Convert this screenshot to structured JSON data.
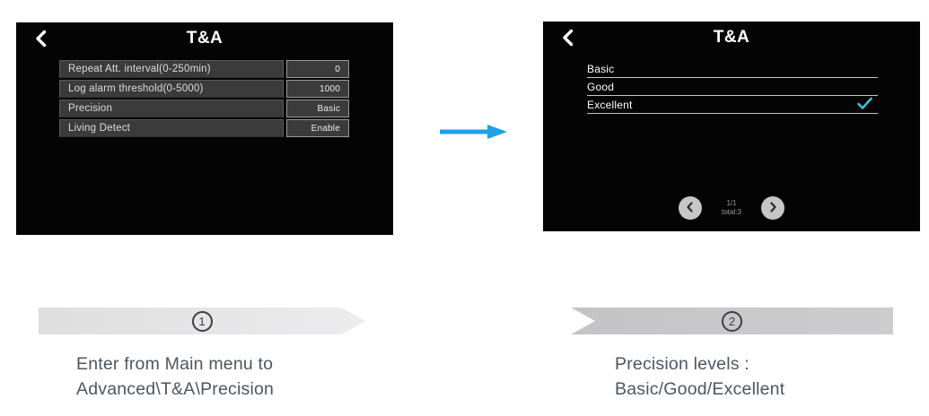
{
  "screen1": {
    "title": "T&A",
    "rows": [
      {
        "label": "Repeat Att. interval(0-250min)",
        "value": "0"
      },
      {
        "label": "Log alarm threshold(0-5000)",
        "value": "1000"
      },
      {
        "label": "Precision",
        "value": "Basic"
      },
      {
        "label": "Living Detect",
        "value": "Enable"
      }
    ]
  },
  "screen2": {
    "title": "T&A",
    "options": [
      {
        "label": "Basic",
        "selected": false
      },
      {
        "label": "Good",
        "selected": false
      },
      {
        "label": "Excellent",
        "selected": true
      }
    ],
    "pagination": {
      "page": "1/1",
      "total": "total:3"
    }
  },
  "steps": [
    {
      "number": "1",
      "caption_line1": "Enter from Main menu to",
      "caption_line2": "Advanced\\T&A\\Precision"
    },
    {
      "number": "2",
      "caption_line1": "Precision levels :",
      "caption_line2": "Basic/Good/Excellent"
    }
  ],
  "colors": {
    "accent_blue": "#1fa0e8",
    "check_cyan": "#3fc0d8",
    "screen_background": "#040404",
    "cell_background": "#3b3b3b",
    "caption_text": "#4c5660",
    "ribbon_light": "#e5e5e7",
    "ribbon_dark": "#c8c8ca"
  }
}
